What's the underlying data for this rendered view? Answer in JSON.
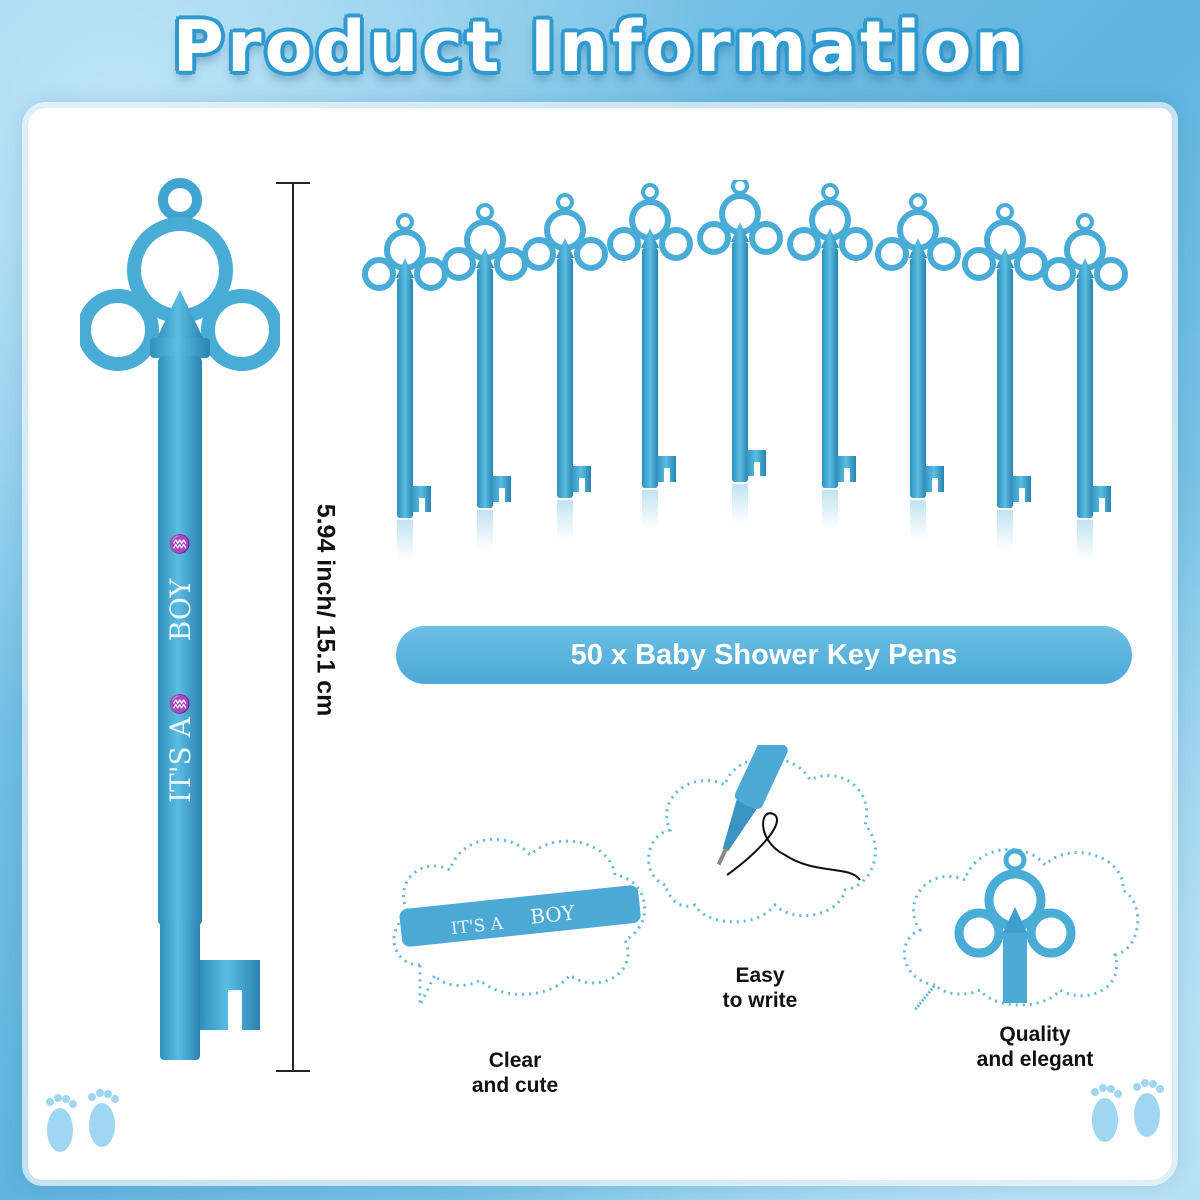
{
  "title": "Product Information",
  "dimension_label": "5.94 inch/ 15.1 cm",
  "banner_text": "50 x Baby Shower Key Pens",
  "pen_engraving": {
    "its_a": "IT'S A",
    "boy": "BOY"
  },
  "features": [
    {
      "line1": "Clear",
      "line2": "and cute"
    },
    {
      "line1": "Easy",
      "line2": "to write"
    },
    {
      "line1": "Quality",
      "line2": "and elegant"
    }
  ],
  "colors": {
    "pen_blue": "#4fb0d8",
    "pen_dark": "#2f8fbd",
    "frame_blue": "#6cbde3",
    "banner_blue": "#55b0db"
  },
  "icons": [
    "baby-footprints-icon"
  ]
}
